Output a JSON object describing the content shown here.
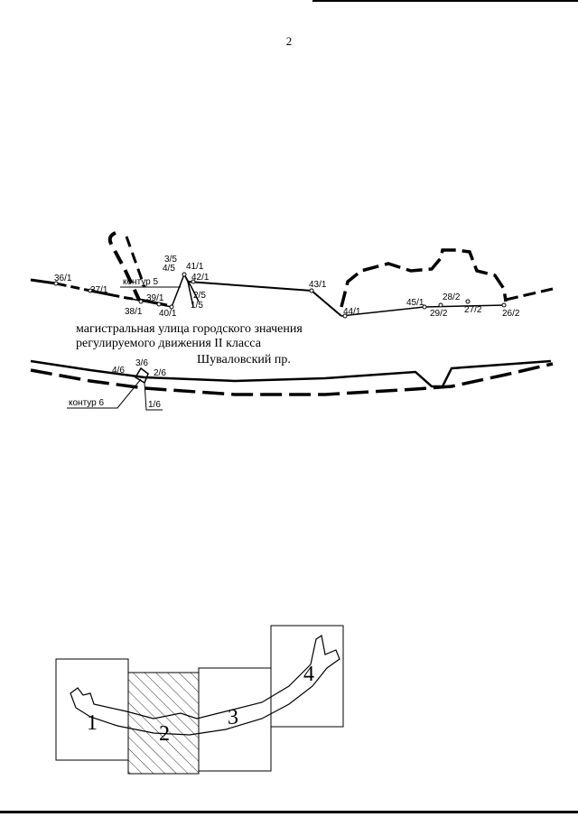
{
  "page_number": "2",
  "plan": {
    "points": [
      {
        "id": "p36",
        "label": "36/1"
      },
      {
        "id": "p37",
        "label": "37/1"
      },
      {
        "id": "p38",
        "label": "38/1"
      },
      {
        "id": "p39",
        "label": "39/1"
      },
      {
        "id": "p40",
        "label": "40/1"
      },
      {
        "id": "p35",
        "label": "3/5"
      },
      {
        "id": "p45",
        "label": "4/5"
      },
      {
        "id": "p41",
        "label": "41/1"
      },
      {
        "id": "p42",
        "label": "42/1"
      },
      {
        "id": "p25",
        "label": "2/5"
      },
      {
        "id": "p15",
        "label": "1/5"
      },
      {
        "id": "p43",
        "label": "43/1"
      },
      {
        "id": "p44",
        "label": "44/1"
      },
      {
        "id": "p451",
        "label": "45/1"
      },
      {
        "id": "p282",
        "label": "28/2"
      },
      {
        "id": "p292",
        "label": "29/2"
      },
      {
        "id": "p272",
        "label": "27/2"
      },
      {
        "id": "p262",
        "label": "26/2"
      },
      {
        "id": "p36b",
        "label": "3/6"
      },
      {
        "id": "p46",
        "label": "4/6"
      },
      {
        "id": "p26",
        "label": "2/6"
      },
      {
        "id": "p16",
        "label": "1/6"
      }
    ],
    "contour5": "контур 5",
    "contour6": "контур 6",
    "street_line1": "магистральная улица городского значения",
    "street_line2": "регулируемого движения II класса",
    "street_name": "Шуваловский пр."
  },
  "index_map": {
    "sheets": [
      "1",
      "2",
      "3",
      "4"
    ]
  }
}
